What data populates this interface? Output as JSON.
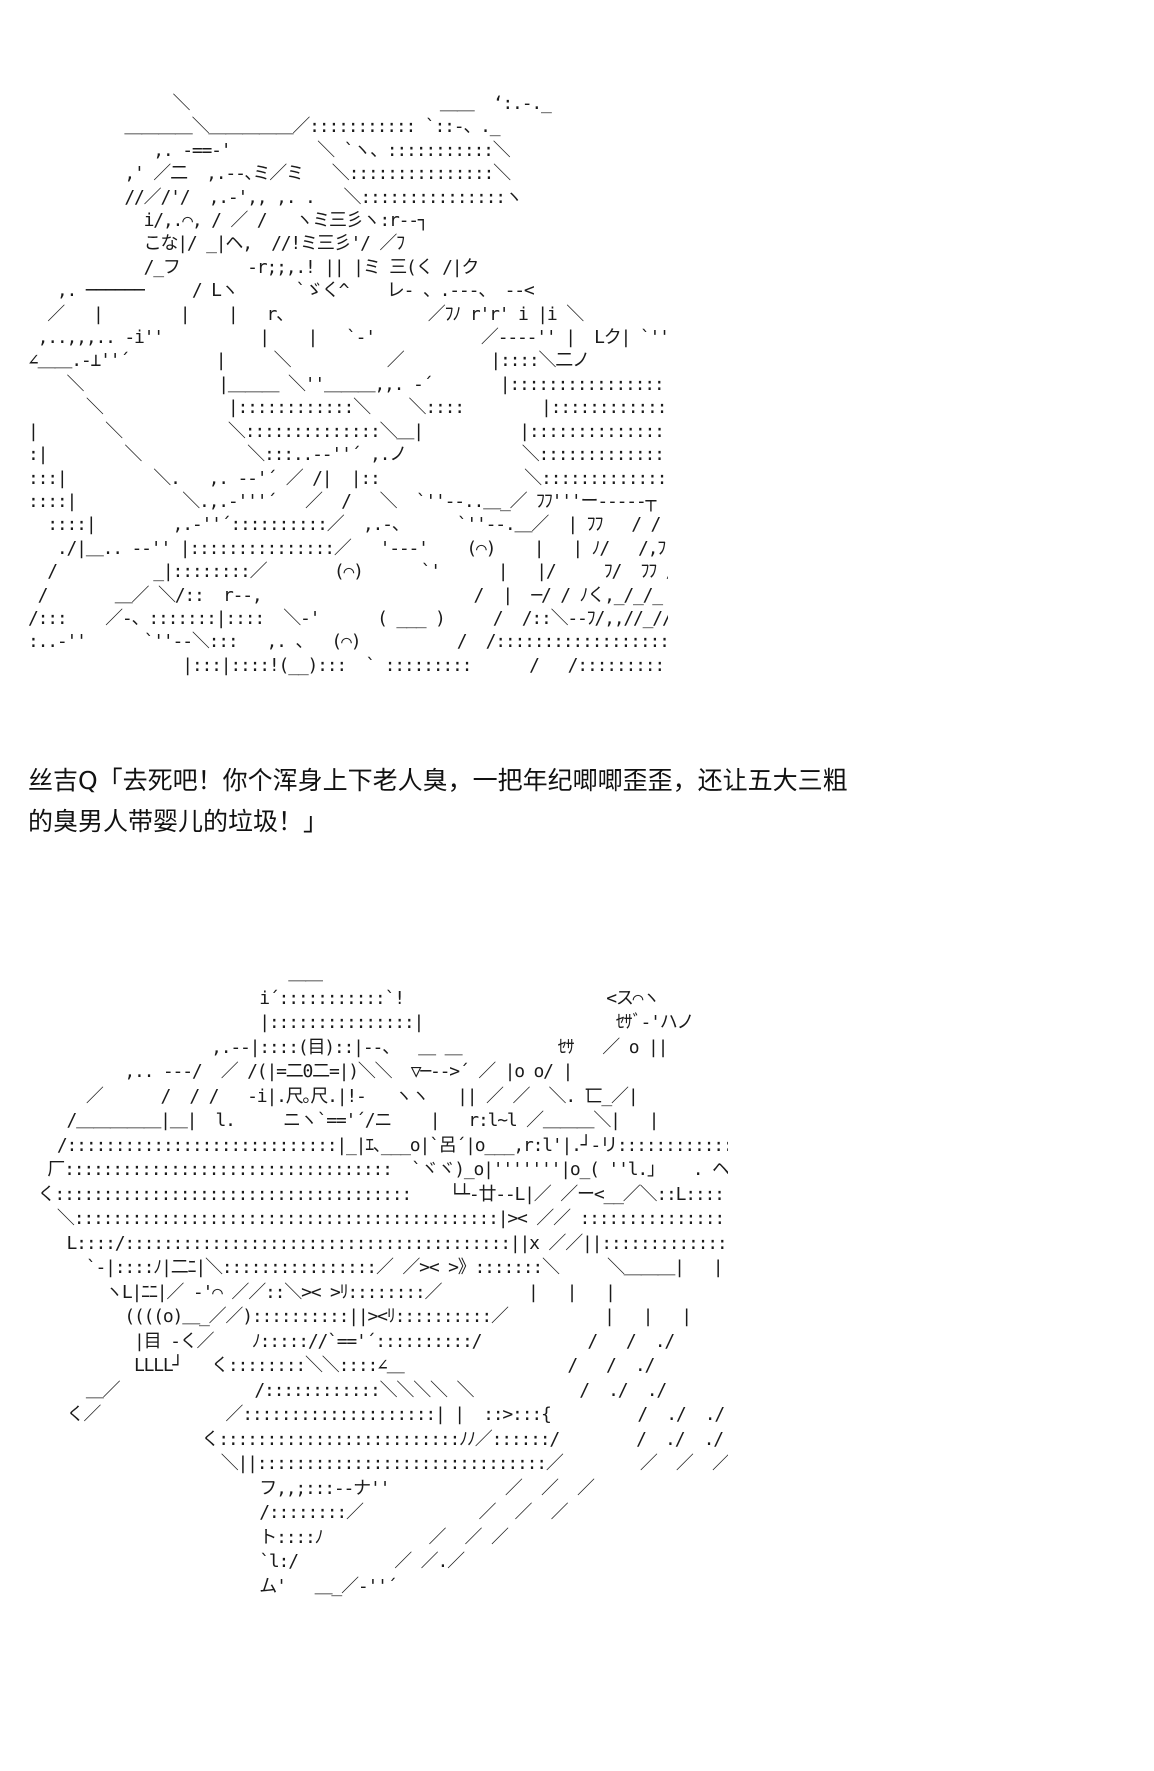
{
  "art_top": [
    "               ＼                          ＿＿  ‘:.-._",
    "          ＿＿＿＿＼＿＿＿＿＿／::::::::::: `::-、._",
    "             ,. -==‐'         ＼ `ヽ、:::::::::::＼",
    "          ,' ／二  ,.--､ミ／ミ   ＼:::::::::::::::＼",
    "          //／/'/  ,.-',, ,. .   ＼:::::::::::::::ヽ",
    "            i/,.⌒, / ／ /   ヽミ三彡ヽ:r--┐",
    "            こな|/ _|ヘ,  //!ミ三彡'/ ／ﾌ",
    "            /_フ       -r;;,.! || |ミ 三(く /|ク",
    "   ,. ──────     / Lヽ      `ゞく^    レ- 、.---、 -‐<",
    "  ／   |        |    |   r、              ／ﾌﾉ r'r' i |i ＼",
    " ,..,,,.. -i''          |    |   `-'           ／---‐'' |  Lク| `''",
    "∠＿＿.-⊥''´         |     ＼          ／         |::::＼二ノ",
    "    ＼              |＿＿＿ ＼''＿＿＿,,. -´       |::::::::::::::::|",
    "      ＼             |::::::::::::＼    ＼::::        |:::::::::::::::::|",
    "|       ＼           ＼::::::::::::::＼＿|          |::::::::::::::::::＼",
    ":|        ＼           ＼:::..--''´ ,.ノ            ＼:::::::::::::::::::|",
    ":::|         ＼.   ,. -‐'´ ／ /|  |::               ＼:::::::::::::::::|",
    "::::|           ＼.,.-'''´   ／  /   ＼  `''--..＿_／ ﾌﾌ'''ー‐‐‐‐‐┬",
    "  ::::|        ,.-''´::::::::::／  ,.-、     `''--.＿／  | ﾌﾌ   / /  ///'",
    "   ./|＿.. -‐'' |:::::::::::::::／   '---'    (⌒)    |   | ﾉ/   /,ﾌ ///,./",
    "  /          _|::::::::／       (⌒)      `'      |   |/     ﾌ/  ﾌﾌ / /",
    " /       ＿／ ＼/::  r‐-,                      /  |  ─/ / ﾉく,_/_/_",
    "/:::    ／-、:::::::|::::  ＼-'      ( ___ )     /  /::＼‐‐ﾌ/,,//_//＿＿",
    ":..-''      `''‐-＼:::   ,. 、  (⌒)          /  /::::::::::::::::::::::::/  ::::::::::::",
    "                |:::|::::!(__):::  ` :::::::::      /   /:::::::::::::::::＿/    :::::::::::"
  ],
  "caption": {
    "line1": "丝吉Q「去死吧！你个浑身上下老人臭，一把年纪唧唧歪歪，还让五大三粗",
    "line2": "的臭男人带婴儿的垃圾！」"
  },
  "art_bottom": [
    "                           ＿＿                              ",
    "                        i´:::::::::::`!                     <ス⌒ヽ",
    "                        |:::::::::::::::|                    ｾｻﾞ-'ハノ",
    "                   ,.--|::::(目)::|--、  ＿ ＿          ｾｻ   ／ o ||",
    "          ,.. -‐‐/  ／ /(|=二0二=|)＼＼  ▽─-‐>´ ／ |o o/ |",
    "      ／      /  / /   -i|.尺｡尺.|!-   ヽヽ   || ／ ／  ＼. 匸_／|",
    "    /＿＿＿＿＿|＿|  l.     ニヽ`=='´/ニ    |   r:l~l ／＿＿＿＼|   |",
    "   /::::::::::::::::::::::::::::|_|ｴ､___o|`呂´|o___,r:l'|.┘-リ:::::::::::::＼|   |",
    "  厂::::::::::::::::::::::::::::::::::  `ヾヾ)_o|'''''''|o_( ''l.」   . ヘr‐‐、:::::::|   |",
    " く:::::::::::::::::::::::::::::::::::::    └┴‐廿‐‐L|／ ／ー<__／＼::L:::::::|   |",
    "   ＼::::::::::::::::::::::::::::::::::::::::::::|>< ／／ ::::::::::::::::ヘ_ノ:ン:::::::::|   |",
    "    L::::/::::::::::::::::::::::::::::::::::::::::||x ／／||:::::::::::::::::ノ-=ﾆ::::::::::::::|   |   、",
    "      `-|::::ﾉ|二ﾆ|＼::::::::::::::::／ ／>< >》:::::::＼     ＼＿＿＿|   |   |/",
    "        ヽL|ﾆﾆ|／ -'⌒ ／／::＼>< >ﾘ::::::::／         |   |   |",
    "          ((((o)＿_／／)::::::::::||><ﾘ::::::::::／          |   |   |",
    "           |目 -く／    ﾉ::::://`=='´::::::::::/           /   /  ./",
    "           LLLL┘   く::::::::＼＼::::∠＿                 /   /  ./",
    "      ＿／              /::::::::::::＼＼＼＼ ＼           /  ./  ./",
    "    く／             ／::::::::::::::::::::| |  ::>:::{         /  ./  ./",
    "                  く:::::::::::::::::::::::::ﾉﾉ／::::::/        /  ./  ./",
    "                    ＼||::::::::::::::::::::::::::::::／        ／  ／  ／",
    "                        フ,,;:::--ナ''            ／  ／  ／",
    "                        /::::::::／            ／  ／  ／",
    "                        ト::::ﾉ           ／  ／ ／",
    "                        `l:/          ／ ／.／",
    "                        ム'   ＿_／-''´"
  ]
}
